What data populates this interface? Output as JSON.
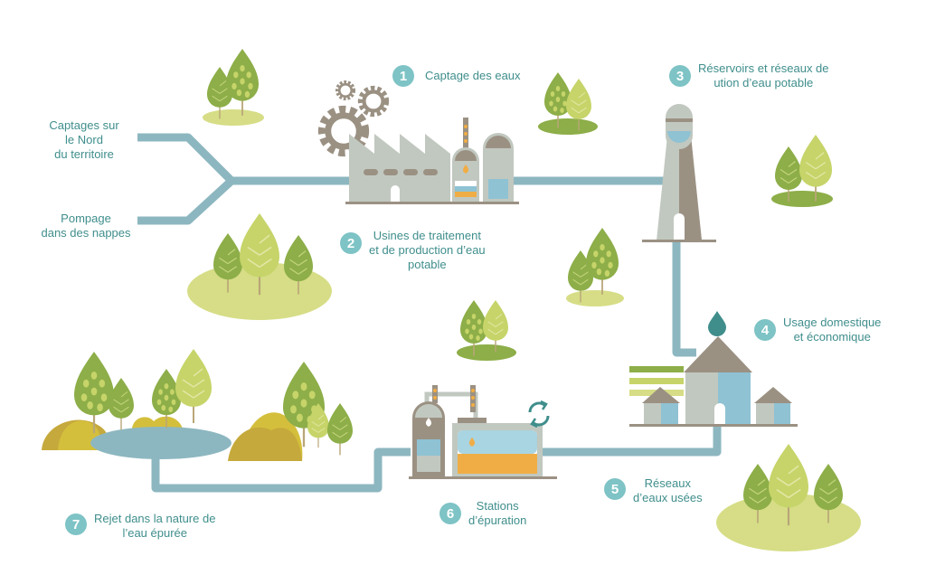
{
  "colors": {
    "pipe": "#8db7c0",
    "badge": "#7ec3c5",
    "text": "#3f8e8c",
    "tree_green": "#8fb04a",
    "tree_lime": "#c8d46a",
    "ground": "#d6dd86",
    "building": "#c1c8c0",
    "building_dark": "#9b9183",
    "water": "#8fc2d3",
    "accent_orange": "#f0ad45"
  },
  "sources": {
    "north": "Captages sur\nle Nord\ndu territoire",
    "pumping": "Pompage\ndans des nappes"
  },
  "steps": [
    {
      "number": "1",
      "text": "Captage des eaux"
    },
    {
      "number": "2",
      "text": "Usines de traitement\net de production d’eau\npotable"
    },
    {
      "number": "3",
      "text": "Réservoirs et réseaux de\nution d’eau potable"
    },
    {
      "number": "4",
      "text": "Usage domestique\net économique"
    },
    {
      "number": "5",
      "text": "Réseaux\nd’eaux usées"
    },
    {
      "number": "6",
      "text": "Stations\nd’épuration"
    },
    {
      "number": "7",
      "text": "Rejet dans la nature de\nl’eau épurée"
    }
  ],
  "icons": [
    "gear-icon",
    "factory-icon",
    "water-tower-icon",
    "house-icon",
    "water-drop-icon",
    "recycle-icon",
    "treatment-plant-icon",
    "tree-icon",
    "lake-icon"
  ]
}
